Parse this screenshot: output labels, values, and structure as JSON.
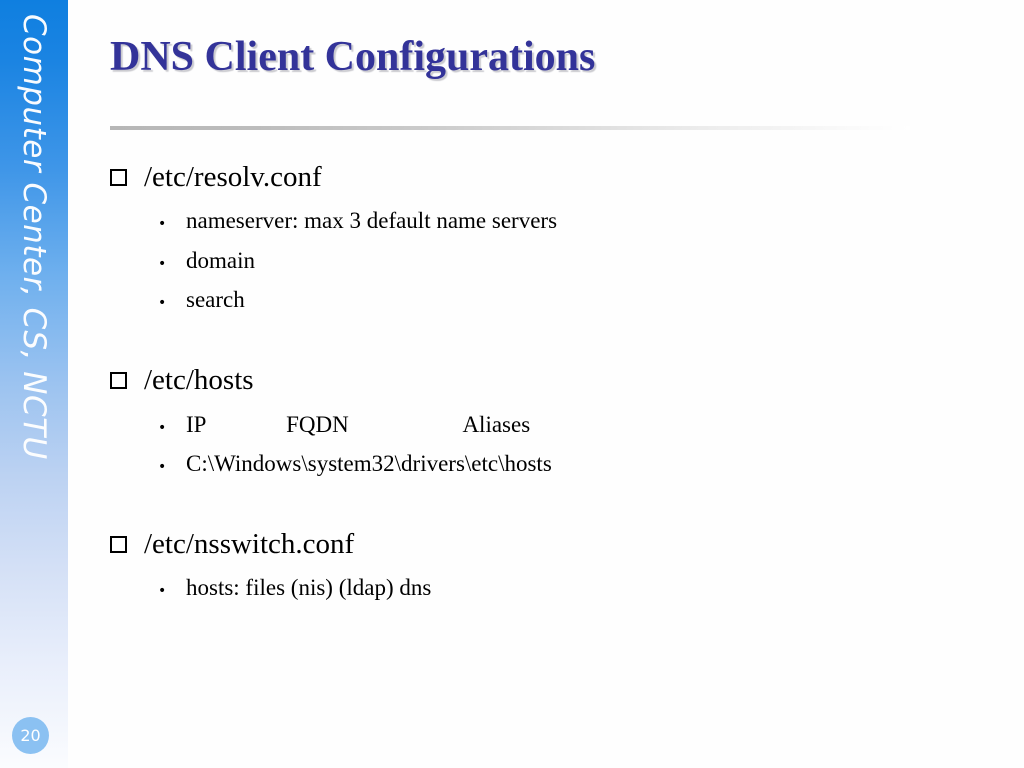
{
  "slide": {
    "title": "DNS Client Configurations",
    "page_number": "20",
    "sidebar_label": "Computer Center, CS, NCTU",
    "colors": {
      "title": "#333399",
      "sidebar_top": "#0f7fe0",
      "sidebar_bottom": "#fbfcfe",
      "badge": "#8bc1f2",
      "body_text": "#000000",
      "divider": "#b6b6b6"
    }
  },
  "bullets": {
    "level1_icon": "shadowed-square-bullet",
    "level2_icon": "round-dot-bullet",
    "level2_glyph": "•"
  },
  "sections": [
    {
      "heading": "/etc/resolv.conf",
      "items": [
        "nameserver: max 3 default name servers",
        "domain",
        "search"
      ]
    },
    {
      "heading": "/etc/hosts",
      "items": [
        "IP              FQDN                    Aliases",
        "C:\\Windows\\system32\\drivers\\etc\\hosts"
      ]
    },
    {
      "heading": "/etc/nsswitch.conf",
      "items": [
        "hosts: files (nis) (ldap) dns"
      ]
    }
  ]
}
